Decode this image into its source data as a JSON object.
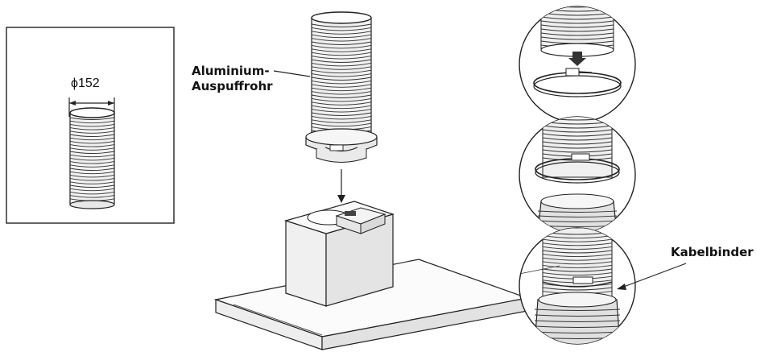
{
  "diagram": {
    "dimension_label": "ϕ152",
    "pipe_label_line1": "Aluminium-",
    "pipe_label_line2": "Auspuffrohr",
    "tie_label": "Kabelbinder"
  }
}
